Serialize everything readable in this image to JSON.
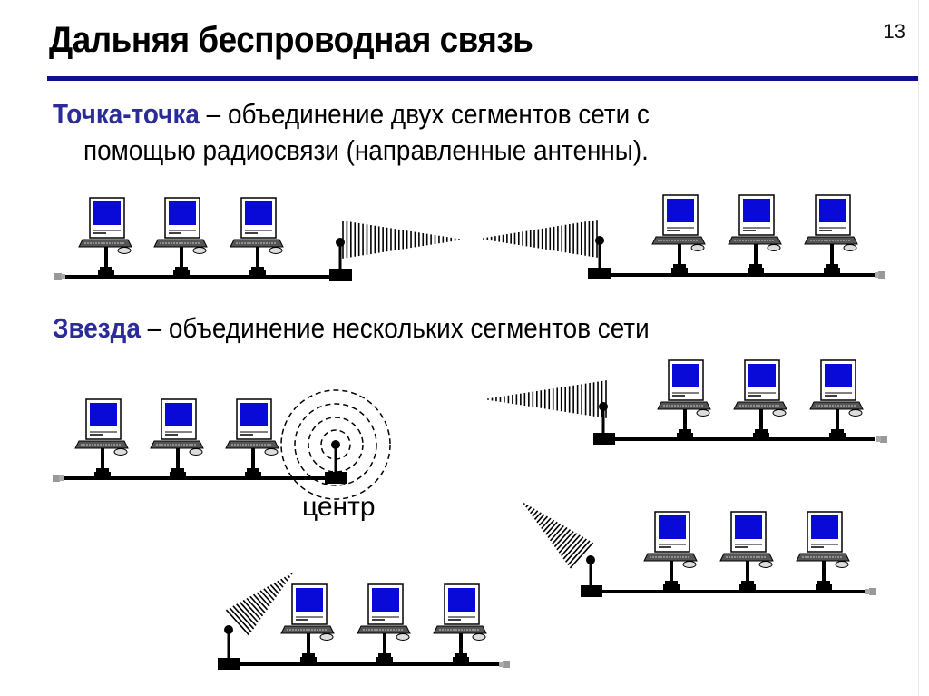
{
  "slide": {
    "page_number": "13",
    "title": "Дальняя беспроводная связь",
    "colors": {
      "accent": "#2b2b99",
      "rule": "#10108a",
      "screen": "#0a0ad8"
    }
  },
  "point_to_point": {
    "term": "Точка-точка",
    "definition_line1": " – объединение двух сегментов сети с",
    "definition_line2": "помощью радиосвязи (направленные антенны)."
  },
  "star": {
    "term": "Звезда",
    "definition": " – объединение нескольких сегментов сети",
    "center_label": "центр"
  },
  "diagram": {
    "segments": [
      {
        "id": "p2p-left",
        "computers": 3,
        "antenna": "directional-right"
      },
      {
        "id": "p2p-right",
        "computers": 3,
        "antenna": "directional-left"
      },
      {
        "id": "star-center",
        "computers": 3,
        "antenna": "omnidirectional"
      },
      {
        "id": "star-top-right",
        "computers": 3,
        "antenna": "directional-left"
      },
      {
        "id": "star-bottom-right",
        "computers": 3,
        "antenna": "directional-up-left"
      },
      {
        "id": "star-bottom-center",
        "computers": 3,
        "antenna": "directional-up-right"
      }
    ]
  }
}
